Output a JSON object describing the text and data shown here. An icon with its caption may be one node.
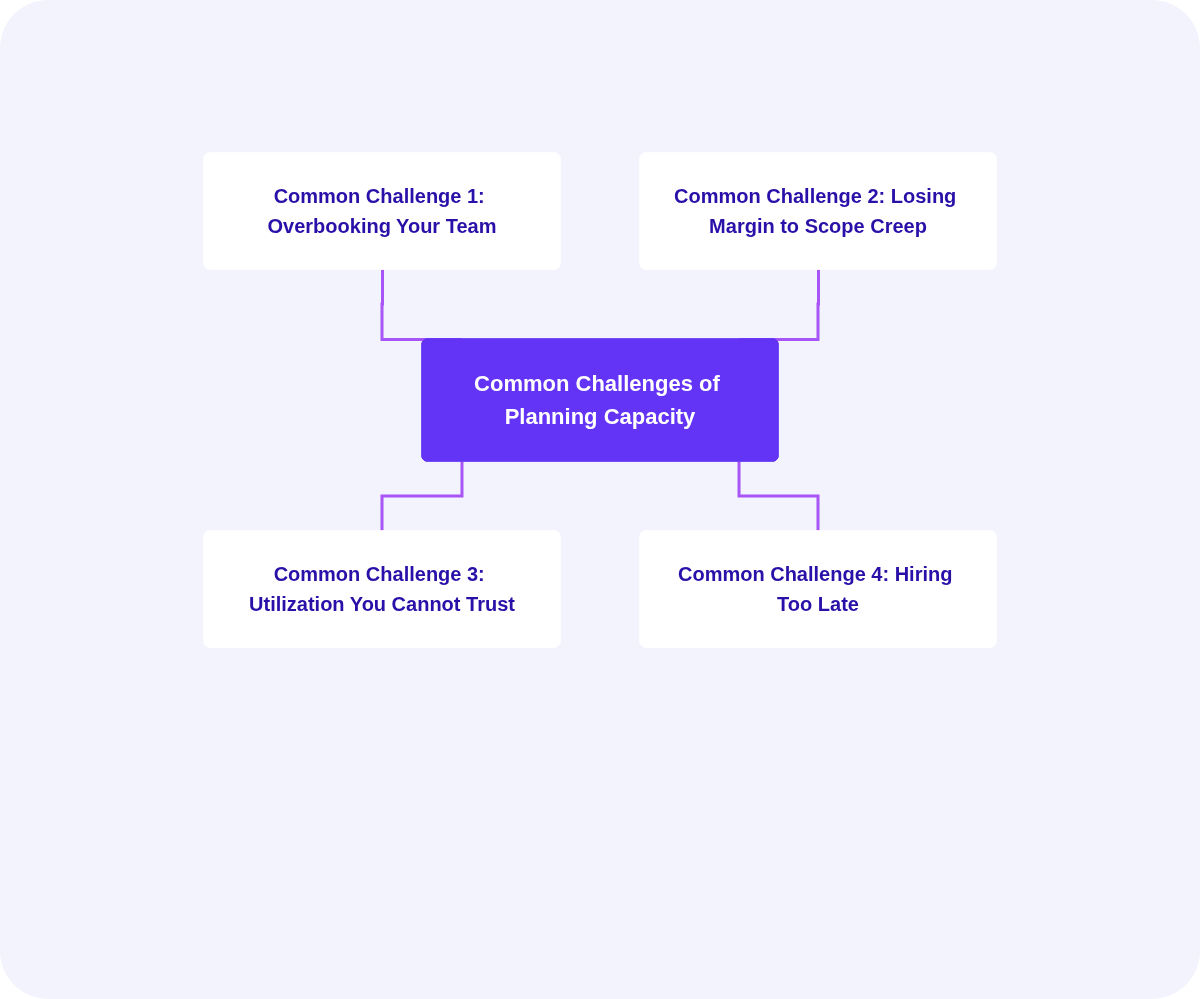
{
  "diagram": {
    "nodes": [
      {
        "text": [
          "Common Challenge 1: Overbooking Your Team"
        ]
      },
      {
        "text": [
          "Common Challenge 2: Losing Margin to Scope Creep"
        ]
      },
      {
        "text": [
          "Common Challenges of Planning Capacity"
        ]
      },
      {
        "text": [
          "Common Challenge 3: Utilization You Cannot Trust"
        ]
      },
      {
        "text": [
          "Common Challenge 4: Hiring Too Late"
        ]
      }
    ],
    "edges": [
      {
        "from": 0,
        "to": 2,
        "arrow": "none"
      },
      {
        "from": 1,
        "to": 2,
        "arrow": "none"
      },
      {
        "from": 2,
        "to": 3,
        "arrow": "none"
      },
      {
        "from": 2,
        "to": 4,
        "arrow": "none"
      }
    ]
  }
}
